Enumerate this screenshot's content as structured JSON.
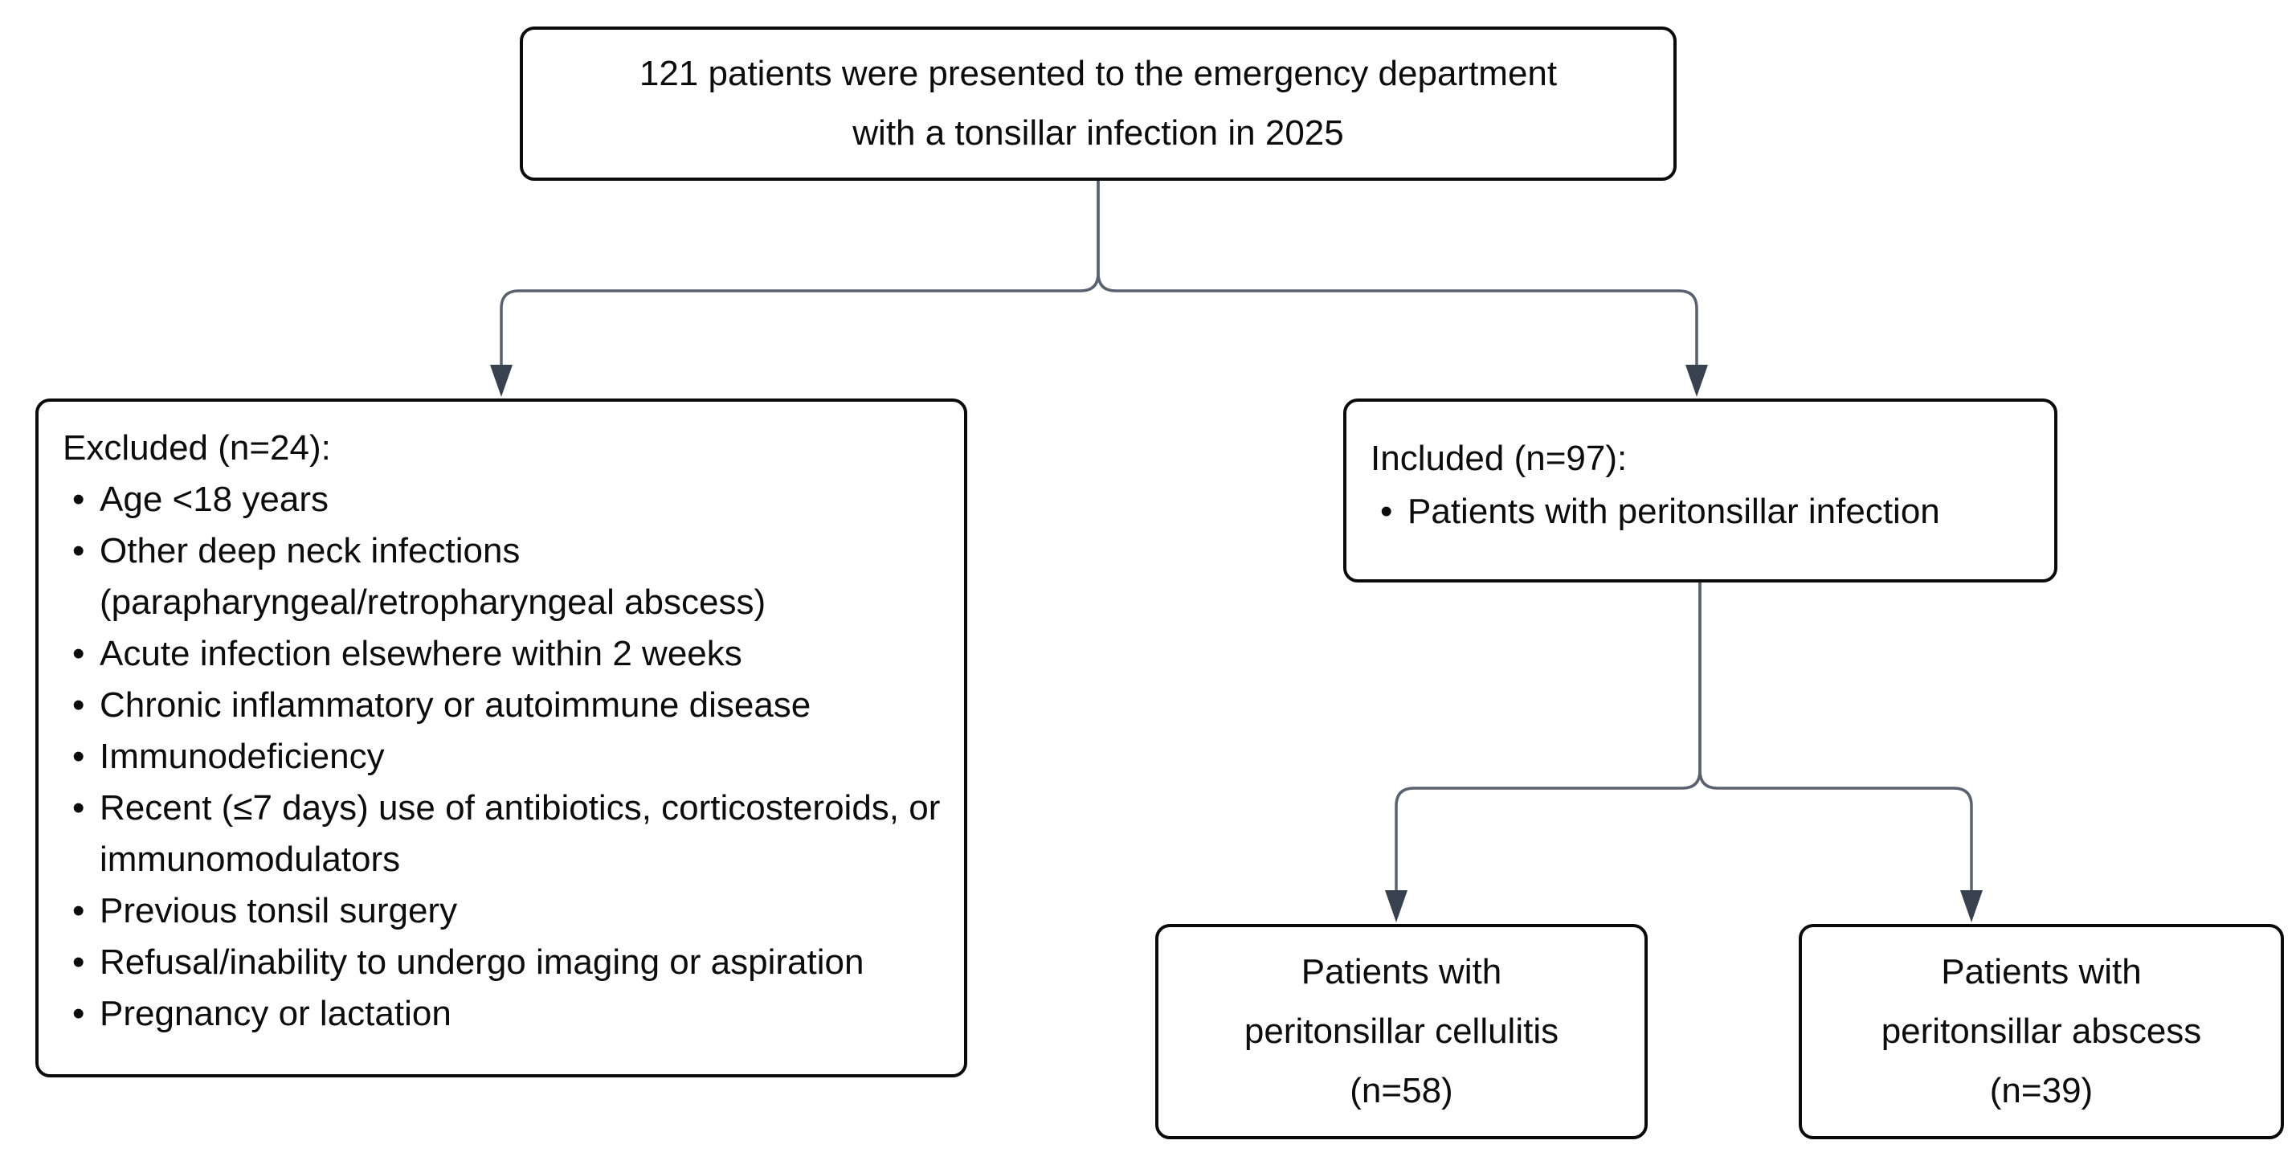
{
  "diagram": {
    "top_box": {
      "lines": [
        "121 patients were presented to the emergency department",
        "with a tonsillar infection in 2025"
      ]
    },
    "excluded_box": {
      "heading": "Excluded (n=24):",
      "items": [
        "Age <18 years",
        "Other deep neck infections (parapharyngeal/retropharyngeal abscess)",
        "Acute infection elsewhere within 2 weeks",
        "Chronic inflammatory or autoimmune disease",
        "Immunodeficiency",
        "Recent (≤7 days) use of antibiotics, corticosteroids, or immunomodulators",
        "Previous tonsil surgery",
        "Refusal/inability to undergo imaging or aspiration",
        "Pregnancy or lactation"
      ]
    },
    "included_box": {
      "heading": "Included (n=97):",
      "items": [
        "Patients with peritonsillar infection"
      ]
    },
    "cellulitis_box": {
      "lines": [
        "Patients with",
        "peritonsillar cellulitis",
        "(n=58)"
      ]
    },
    "abscess_box": {
      "lines": [
        "Patients with",
        "peritonsillar abscess",
        "(n=39)"
      ]
    },
    "colors": {
      "background": "#ffffff",
      "box_fill": "#ffffff",
      "box_border": "#0a0a0a",
      "connector_line": "#59626e",
      "arrow_head": "#38424e",
      "text": "#0c0c0c"
    }
  }
}
